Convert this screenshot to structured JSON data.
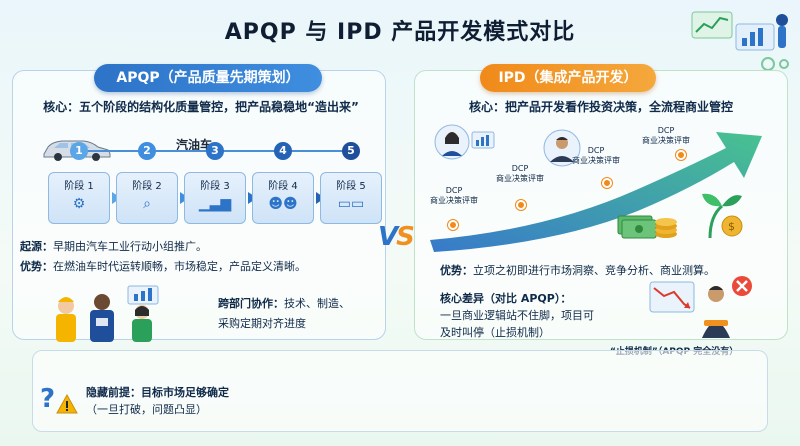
{
  "title": "APQP 与 IPD 产品开发模式对比",
  "left": {
    "pill": "APQP（产品质量先期策划）",
    "core": "核心：五个阶段的结构化质量管控，把产品稳稳地“造出来”",
    "car_label": "汽油车",
    "stages": [
      {
        "num": "1",
        "label": "阶段 1",
        "icon": "gear-icon",
        "color": "#5aa6e6"
      },
      {
        "num": "2",
        "label": "阶段 2",
        "icon": "magnifier-icon",
        "color": "#3f8ee0"
      },
      {
        "num": "3",
        "label": "阶段 3",
        "icon": "bar-chart-icon",
        "color": "#2d73c8"
      },
      {
        "num": "4",
        "label": "阶段 4",
        "icon": "team-icon",
        "color": "#2563b4"
      },
      {
        "num": "5",
        "label": "阶段 5",
        "icon": "conveyor-icon",
        "color": "#1f4f9a"
      }
    ],
    "origin_label": "起源：",
    "origin_text": "早期由汽车工业行动小组推广。",
    "adv_label": "优势：",
    "adv_text": "在燃油车时代运转顺畅，市场稳定，产品定义清晰。",
    "collab_label": "跨部门协作：",
    "collab_line1": "技术、制造、",
    "collab_line2": "采购定期对齐进度"
  },
  "vs": {
    "v": "V",
    "s": "S"
  },
  "right": {
    "pill": "IPD（集成产品开发）",
    "core": "核心：把产品开发看作投资决策，全流程商业管控",
    "dcp": [
      {
        "top": "DCP",
        "bottom": "商业决策评审"
      },
      {
        "top": "DCP",
        "bottom": "商业决策评审"
      },
      {
        "top": "DCP",
        "bottom": "商业决策评审"
      },
      {
        "top": "DCP",
        "bottom": "商业决策评审"
      }
    ],
    "adv_label": "优势：",
    "adv_text": "立项之初即进行市场洞察、竞争分析、商业测算。",
    "diff_label": "核心差异（对比 APQP）：",
    "diff_line1": "一旦商业逻辑站不住脚，项目可",
    "diff_line2": "及时叫停（止损机制）",
    "stop_note": "“止损机制”（APQP 完全没有）"
  },
  "bottom": {
    "premise_label": "隐藏前提：",
    "premise_text": "目标市场足够确定",
    "premise_line2": "（一旦打破，问题凸显）"
  },
  "colors": {
    "blue": "#2d73c8",
    "orange": "#f08a1a",
    "green": "#2aa05a"
  }
}
